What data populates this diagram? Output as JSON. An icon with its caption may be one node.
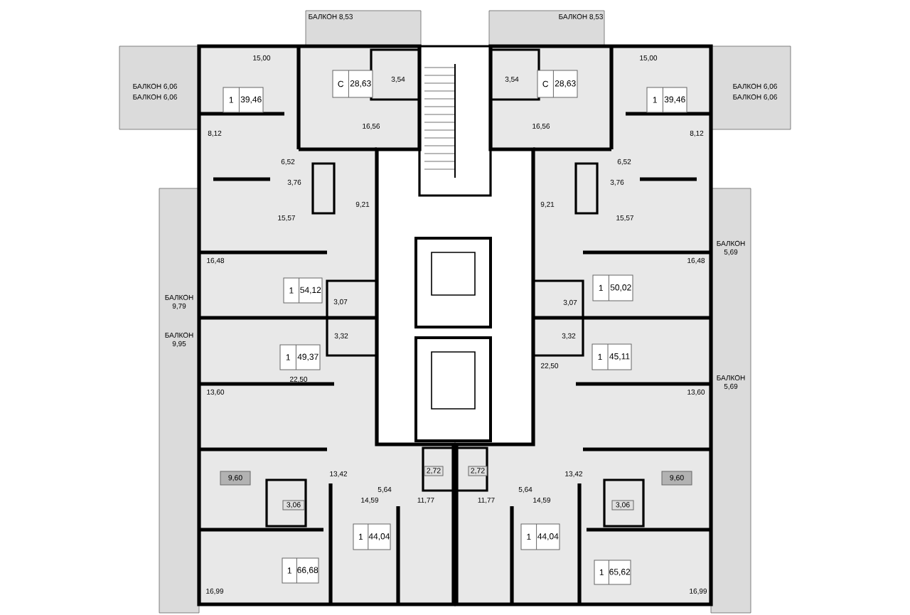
{
  "diagram": {
    "nodes": [
      {
        "text": [
          "С",
          "28,63"
        ]
      },
      {
        "text": [
          "С",
          "28,63"
        ]
      },
      {
        "text": [
          "1",
          "39,46"
        ]
      },
      {
        "text": [
          "1",
          "39,46"
        ]
      },
      {
        "text": [
          "1",
          "54,12"
        ]
      },
      {
        "text": [
          "1",
          "50,02"
        ]
      },
      {
        "text": [
          "1",
          "49,37"
        ]
      },
      {
        "text": [
          "1",
          "45,11"
        ]
      },
      {
        "text": [
          "2,72"
        ]
      },
      {
        "text": [
          "2,72"
        ]
      },
      {
        "text": [
          "9,60"
        ]
      },
      {
        "text": [
          "9,60"
        ]
      },
      {
        "text": [
          "3,06"
        ]
      },
      {
        "text": [
          "3,06"
        ]
      },
      {
        "text": [
          "1",
          "44,04"
        ]
      },
      {
        "text": [
          "1",
          "44,04"
        ]
      },
      {
        "text": [
          "1",
          "66,68"
        ]
      },
      {
        "text": [
          "1",
          "65,62"
        ]
      }
    ],
    "labels": [
      "БАЛКОН 8,53",
      "БАЛКОН 8,53",
      "15,00",
      "15,00",
      "3,54",
      "3,54",
      "БАЛКОН 6,06",
      "БАЛКОН 6,06",
      "БАЛКОН 6,06",
      "БАЛКОН 6,06",
      "16,56",
      "16,56",
      "8,12",
      "8,12",
      "6,52",
      "6,52",
      "3,76",
      "3,76",
      "9,21",
      "9,21",
      "15,57",
      "15,57",
      "БАЛКОН 5,69",
      "16,48",
      "16,48",
      "БАЛКОН 9,79",
      "3,07",
      "3,07",
      "БАЛКОН 9,95",
      "3,32",
      "3,32",
      "22,50",
      "БАЛКОН 5,69",
      "22,50",
      "13,60",
      "13,60",
      "13,42",
      "13,42",
      "5,64",
      "5,64",
      "14,59",
      "11,77",
      "11,77",
      "14,59",
      "16,99",
      "16,99"
    ]
  }
}
